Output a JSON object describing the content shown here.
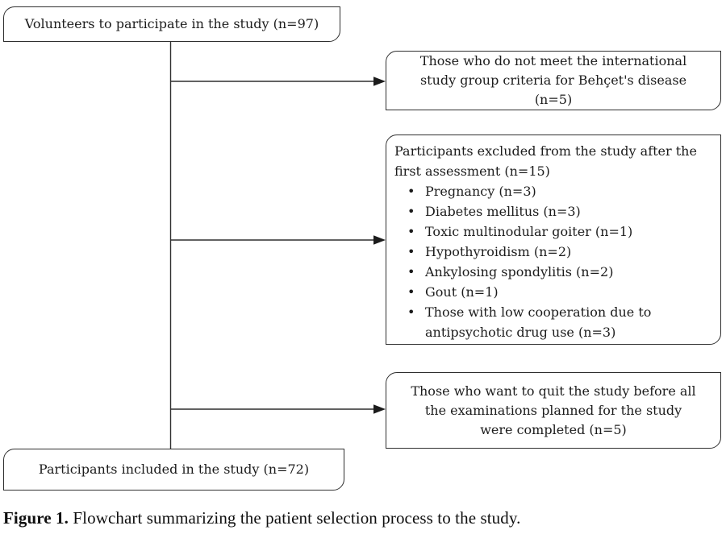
{
  "figure": {
    "type": "flowchart",
    "colors": {
      "background": "#ffffff",
      "line": "#2f2f2f",
      "text": "#1c1c1c"
    },
    "nodes": {
      "top_box": {
        "text": "Volunteers to participate in the study (n=97)"
      },
      "criteria_box": {
        "text": "Those who do not meet the international study group criteria for Behçet's disease (n=5)"
      },
      "assessment_box": {
        "title": "Participants excluded from the study after the first assessment (n=15)",
        "bullet_char": "•",
        "items": [
          "Pregnancy (n=3)",
          "Diabetes mellitus (n=3)",
          "Toxic multinodular goiter (n=1)",
          "Hypothyroidism (n=2)",
          "Ankylosing spondylitis (n=2)",
          "Gout (n=1)",
          "Those with low cooperation due to antipsychotic drug use (n=3)"
        ]
      },
      "quit_box": {
        "text": "Those who want to quit the study before all the examinations planned for the study were completed (n=5)"
      },
      "bottom_box": {
        "text": "Participants included in the study (n=72)"
      }
    }
  },
  "caption": {
    "label": "Figure 1.",
    "text": "Flowchart summarizing the patient selection process to the study."
  }
}
